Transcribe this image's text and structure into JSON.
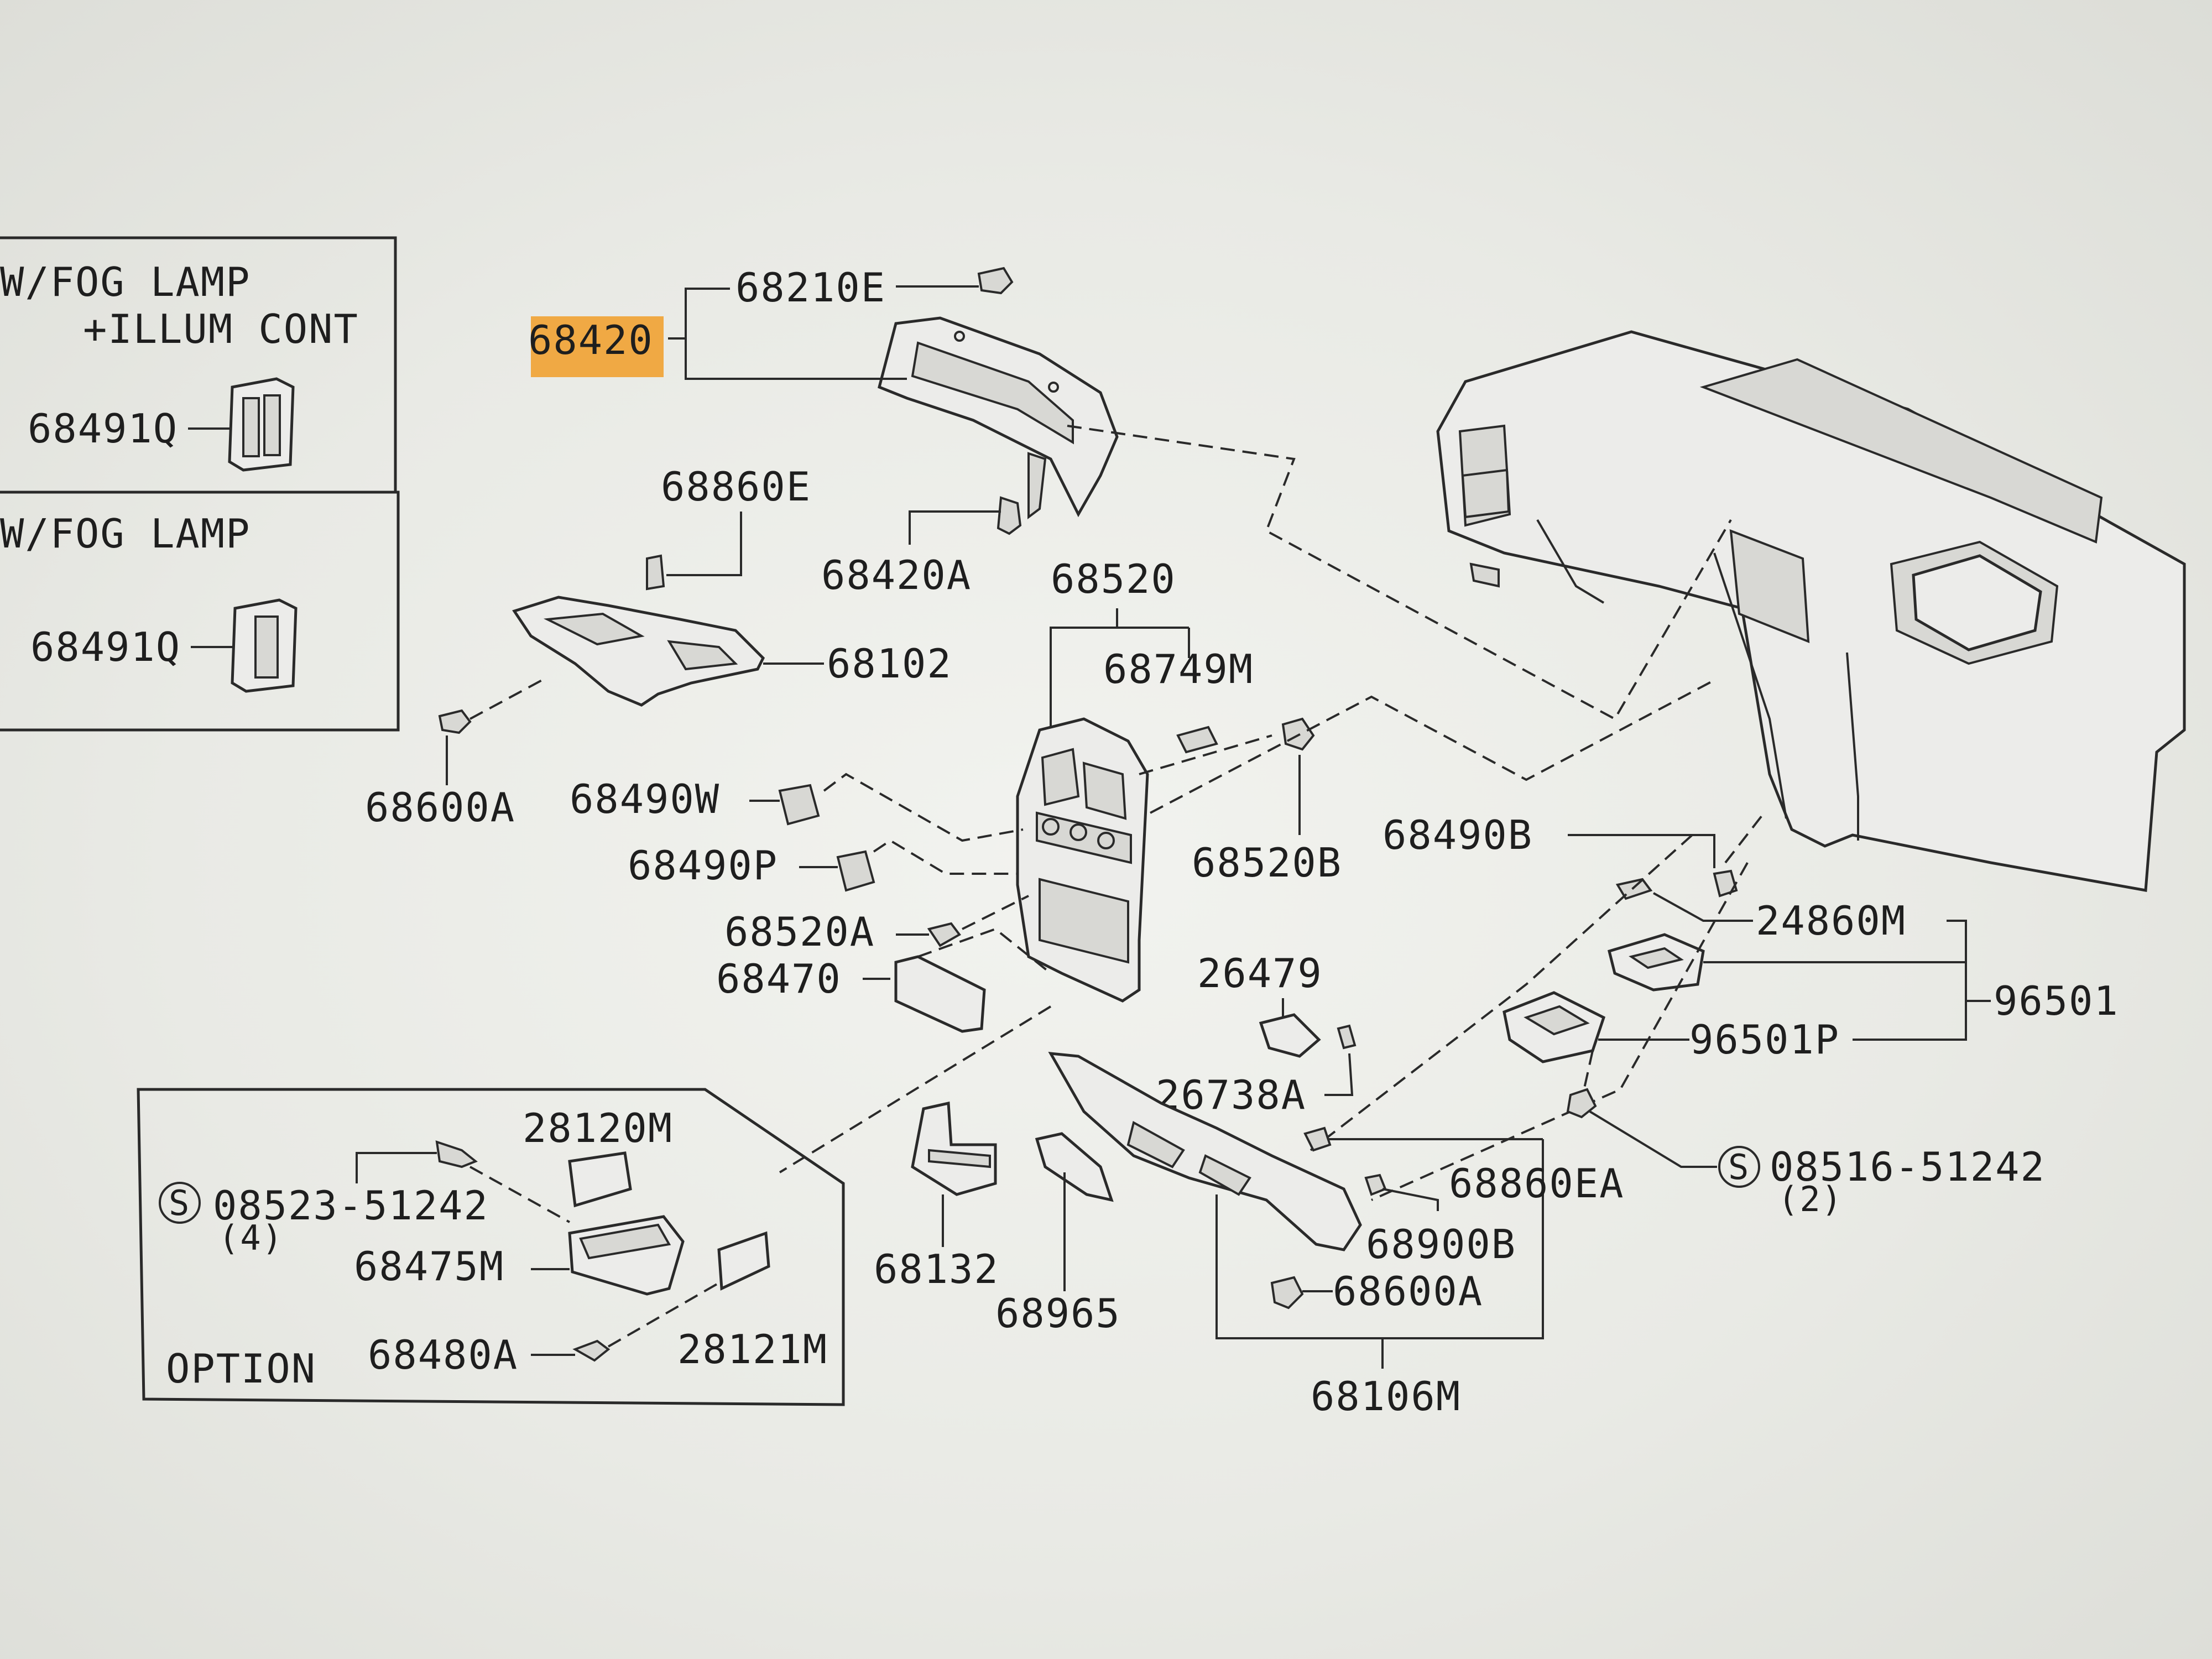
{
  "colors": {
    "highlight": "#f0a944",
    "ink": "#1e1e1e",
    "paper": "#ececea"
  },
  "inset_top": {
    "title_line1": "W/FOG LAMP",
    "title_line2": "+ILLUM CONT",
    "part": "68491Q"
  },
  "inset_mid": {
    "title": "W/FOG LAMP",
    "part": "68491Q"
  },
  "option_box": {
    "title": "OPTION",
    "bolt": "08523-51242",
    "bolt_qty": "(4)",
    "parts": {
      "p28120M": "28120M",
      "p68475M": "68475M",
      "p68480A": "68480A",
      "p28121M": "28121M"
    }
  },
  "callouts": {
    "p68210E": "68210E",
    "p68420": "68420",
    "p68860E": "68860E",
    "p68420A": "68420A",
    "p68520": "68520",
    "p68102": "68102",
    "p68749M": "68749M",
    "p68600A_top": "68600A",
    "p68490W": "68490W",
    "p68490P": "68490P",
    "p68520B": "68520B",
    "p68490B": "68490B",
    "p68520A": "68520A",
    "p24860M": "24860M",
    "p68470": "68470",
    "p26479": "26479",
    "p96501": "96501",
    "p96501P": "96501P",
    "p26738A": "26738A",
    "s08516": "08516-51242",
    "s08516_qty": "(2)",
    "p68860EA": "68860EA",
    "p68900B": "68900B",
    "p68132": "68132",
    "p68600A_bot": "68600A",
    "p68965": "68965",
    "p68106M": "68106M"
  },
  "icons": {
    "screw_symbol": "S"
  }
}
